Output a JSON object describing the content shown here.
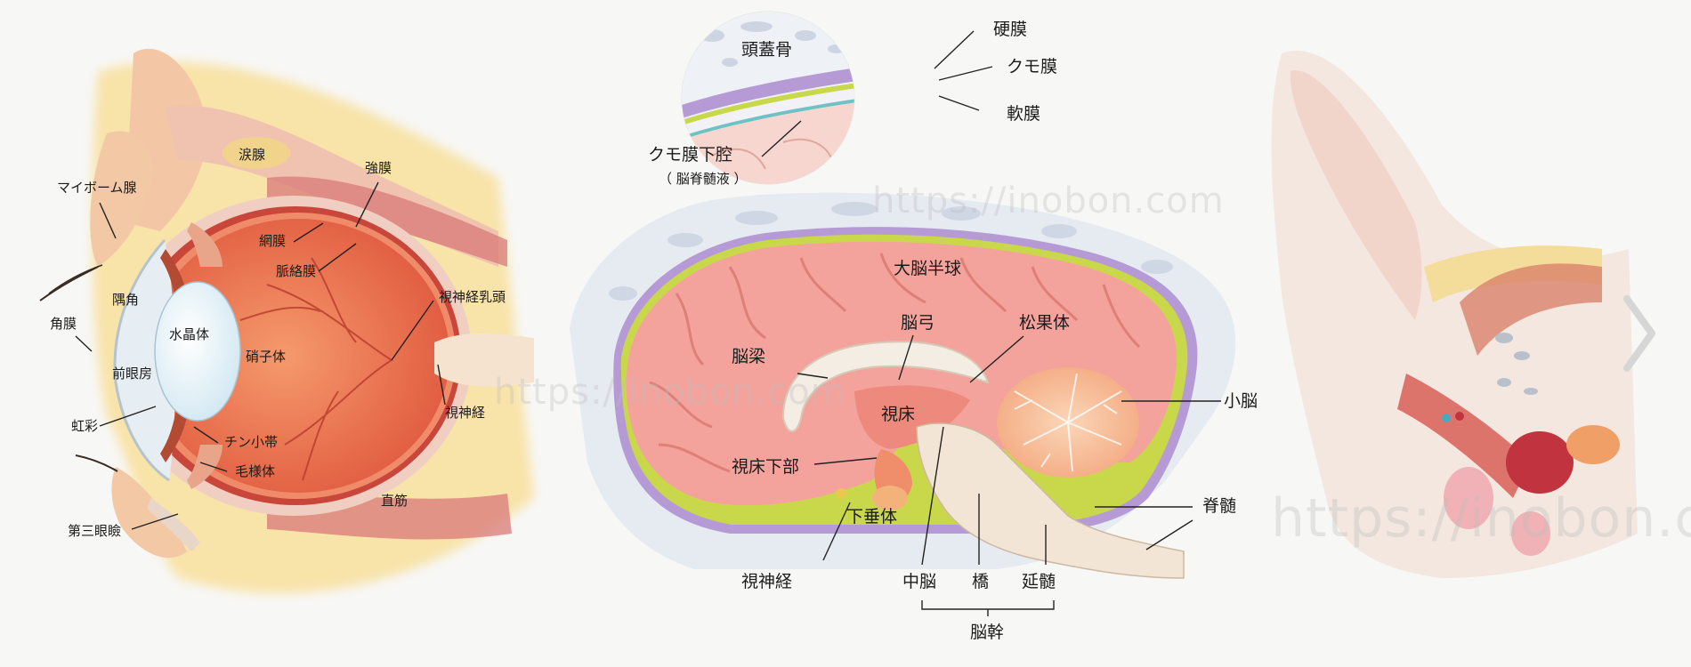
{
  "watermark": "https://inobon.com",
  "eye_labels": {
    "meibomian": "マイボーム腺",
    "lacrimal": "涙腺",
    "sclera": "強膜",
    "retina": "網膜",
    "choroid": "脈絡膜",
    "angle": "隅角",
    "cornea": "角膜",
    "lens": "水晶体",
    "vitreous": "硝子体",
    "optic_disc": "視神経乳頭",
    "anterior_chamber": "前眼房",
    "optic_nerve": "視神経",
    "iris": "虹彩",
    "zonule": "チン小帯",
    "ciliary": "毛様体",
    "rectus": "直筋",
    "third_eyelid": "第三眼瞼"
  },
  "meninges_labels": {
    "skull": "頭蓋骨",
    "dura": "硬膜",
    "arachnoid": "クモ膜",
    "pia": "軟膜",
    "subarachnoid": "クモ膜下腔",
    "csf": "（ 脳脊髄液 ）"
  },
  "brain_labels": {
    "cerebrum": "大脳半球",
    "fornix": "脳弓",
    "pineal": "松果体",
    "corpus_callosum": "脳梁",
    "cerebellum": "小脳",
    "thalamus": "視床",
    "hypothalamus": "視床下部",
    "spinal_cord": "脊髄",
    "pituitary": "下垂体",
    "optic_nerve": "視神経",
    "midbrain": "中脳",
    "pons": "橋",
    "medulla": "延髄",
    "brainstem": "脳幹"
  },
  "colors": {
    "background": "#f7f7f6",
    "fat": "#f6dc9a",
    "tissue": "#f2b7a3",
    "vitreous": "#ea7b57",
    "brain": "#f4a39c",
    "dura": "#b59ad6",
    "arachnoid": "#c9d84a",
    "bone": "#dde2ea"
  },
  "icons": {
    "next": "chevron-right-icon"
  }
}
